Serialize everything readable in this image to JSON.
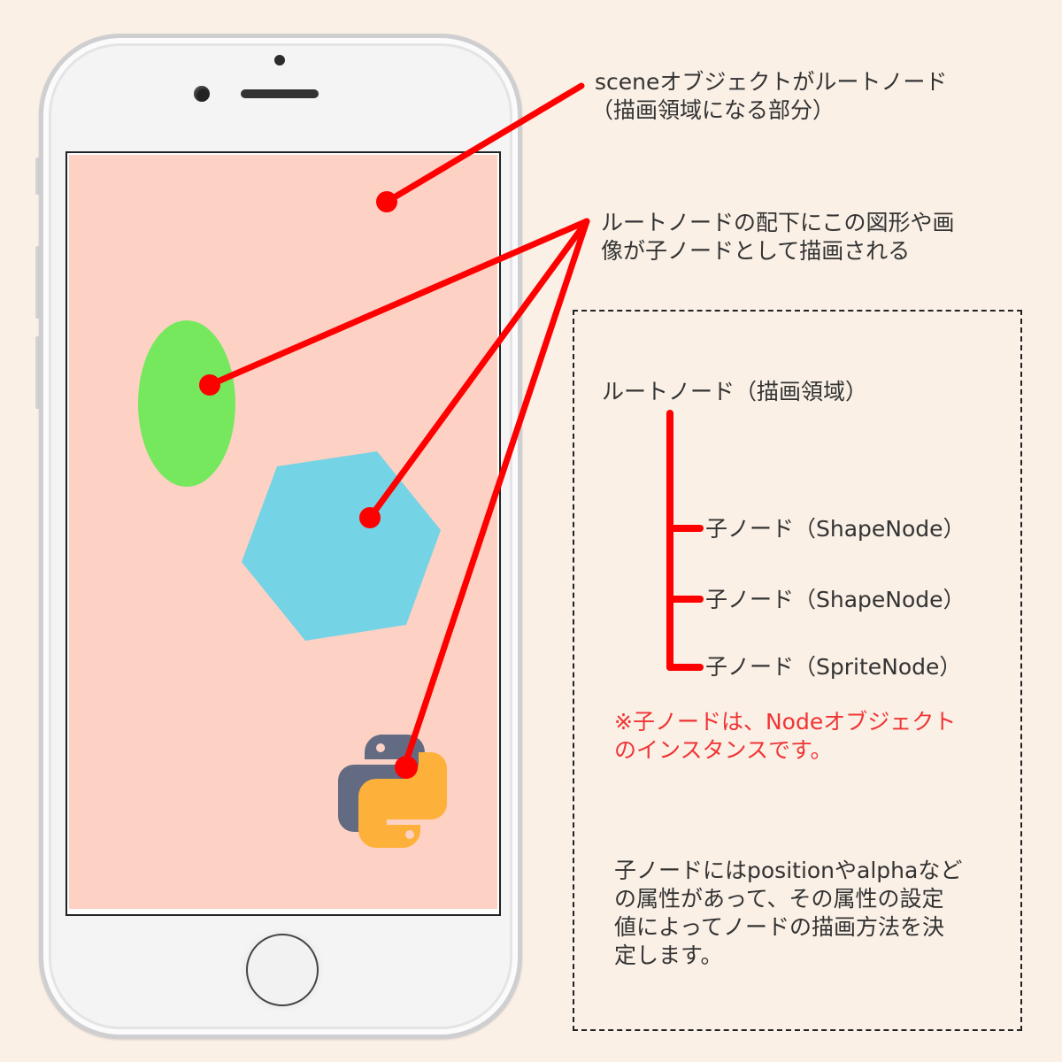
{
  "colors": {
    "background": "#faf0e6",
    "screen": "#fed1c5",
    "ellipse": "#75e85d",
    "hexagon": "#74d3e4",
    "python_blue": "#636b82",
    "python_yellow": "#feb13a",
    "pointer_red": "#ff0000",
    "note_red": "#f03434"
  },
  "phone": {
    "screen_shapes": [
      {
        "type": "ellipse",
        "label": "green-ellipse"
      },
      {
        "type": "hexagon",
        "label": "blue-hexagon"
      },
      {
        "type": "sprite",
        "label": "python-logo"
      }
    ]
  },
  "callouts": {
    "scene": {
      "line1": "sceneオブジェクトがルートノード",
      "line2": "（描画領域になる部分）"
    },
    "children": {
      "line1": "ルートノードの配下にこの図形や画",
      "line2": "像が子ノードとして描画される"
    }
  },
  "tree": {
    "root": "ルートノード（描画領域）",
    "children": [
      "子ノード（ShapeNode）",
      "子ノード（ShapeNode）",
      "子ノード（SpriteNode）"
    ]
  },
  "note": {
    "line1": "※子ノードは、Nodeオブジェクト",
    "line2": "のインスタンスです。"
  },
  "description": {
    "line1": "子ノードにはpositionやalphaなど",
    "line2": "の属性があって、その属性の設定",
    "line3": "値によってノードの描画方法を決",
    "line4": "定します。"
  }
}
